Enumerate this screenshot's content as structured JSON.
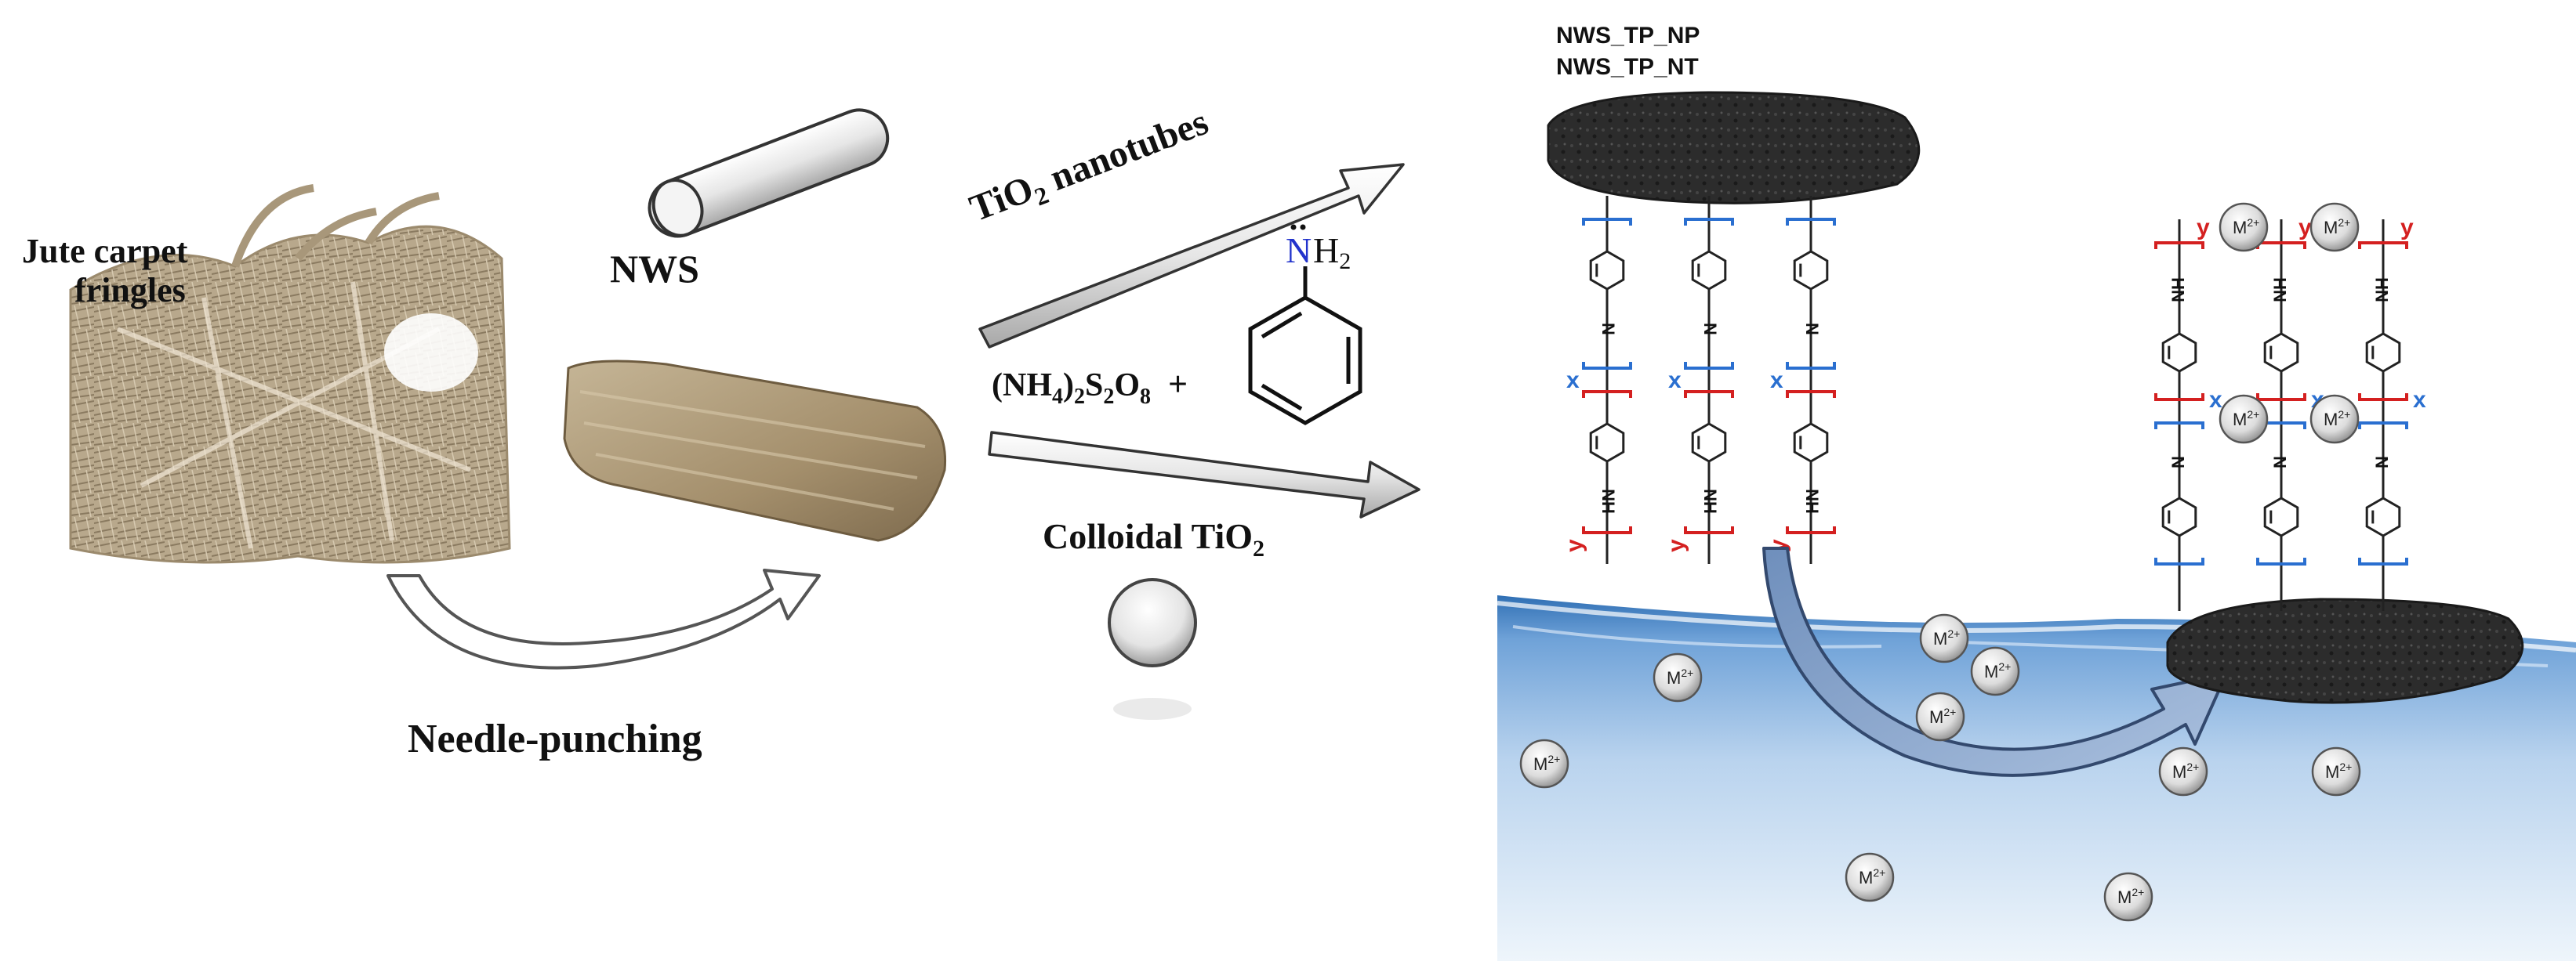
{
  "labels": {
    "jute": [
      "Jute carpet",
      "fringles"
    ],
    "nws": "NWS",
    "needle": "Needle-punching",
    "tio2_nt_main": "TiO",
    "tio2_nt_sub": "2",
    "tio2_nt_rest": " nanotubes",
    "persulfate_parts": [
      {
        "t": "(NH",
        "s": ""
      },
      {
        "t": "4",
        "s": "sub"
      },
      {
        "t": ")",
        "s": ""
      },
      {
        "t": "2",
        "s": "sub"
      },
      {
        "t": "S",
        "s": ""
      },
      {
        "t": "2",
        "s": "sub"
      },
      {
        "t": "O",
        "s": ""
      },
      {
        "t": "8",
        "s": "sub"
      }
    ],
    "plus": "+",
    "aniline_n": "N",
    "aniline_h": "H",
    "aniline_sub": "2",
    "colloidal_main": "Colloidal TiO",
    "colloidal_sub": "2",
    "product_1": "NWS_TP_NP",
    "product_2": "NWS_TP_NT",
    "chain_x": "x",
    "chain_y": "y",
    "chain_nh": "NH",
    "chain_n": "N",
    "ion_main": "M",
    "ion_sup": "2+"
  },
  "colors": {
    "fiber": "#b9ab92",
    "mat": "#a08f70",
    "arrow_outline": "#3a3a3a",
    "curve_arrow": "#8fa9cc",
    "water_top": "#5b8fc9",
    "water_bottom": "#e8f1fa",
    "nanosheet": "#2a2a2a",
    "x_bracket": "#2a6fd0",
    "y_bracket": "#d42020",
    "n_blue": "#2233cc"
  },
  "ions_count_note": ""
}
